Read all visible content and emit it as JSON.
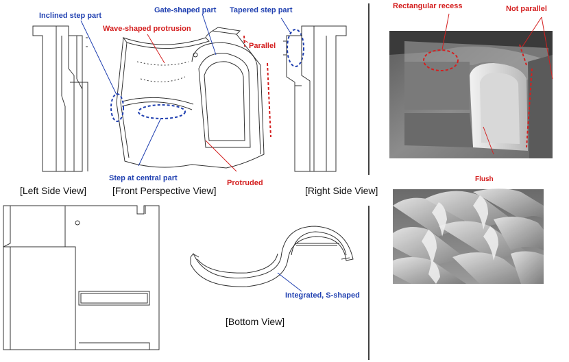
{
  "labels": {
    "inclined_step": "Inclined step part",
    "gate_shaped": "Gate-shaped part",
    "tapered_step": "Tapered step part",
    "wave_shaped": "Wave-shaped protrusion",
    "parallel": "Parallel",
    "step_central": "Step at central part",
    "protruded": "Protruded",
    "rectangular_recess": "Rectangular recess",
    "not_parallel": "Not parallel",
    "flush": "Flush",
    "integrated": "Integrated, S-shaped"
  },
  "views": {
    "left_side": "[Left Side View]",
    "front_perspective": "[Front Perspective View]",
    "right_side": "[Right Side View]",
    "bottom": "[Bottom View]"
  },
  "colors": {
    "blue_annotation": "#1f3fb0",
    "red_annotation": "#d42020",
    "line_art": "#333333"
  }
}
